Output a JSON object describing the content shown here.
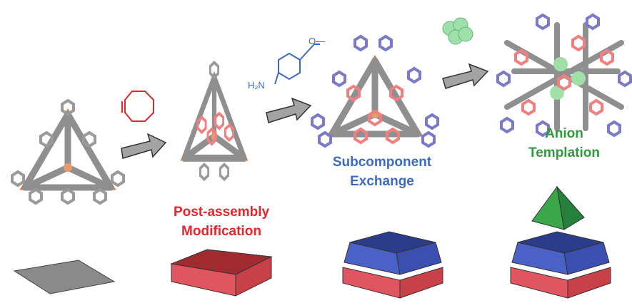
{
  "steps": [
    {
      "label_line1": "Post-assembly",
      "label_line2": "Modification",
      "color": "#e8242c"
    },
    {
      "label_line1": "Subcomponent",
      "label_line2": "Exchange",
      "color": "#3c6bc0"
    },
    {
      "label_line1": "Anion",
      "label_line2": "Templation",
      "color": "#2e9a3c"
    }
  ],
  "reagents": {
    "amine_label": "H₂N",
    "methoxy_label": "O—"
  },
  "colors": {
    "cage": "#8a8a8a",
    "metal": "#e07a3a",
    "red_ring": "#f08080",
    "blue_ring": "#7a7ac8",
    "anion": "#9ee0a8"
  }
}
